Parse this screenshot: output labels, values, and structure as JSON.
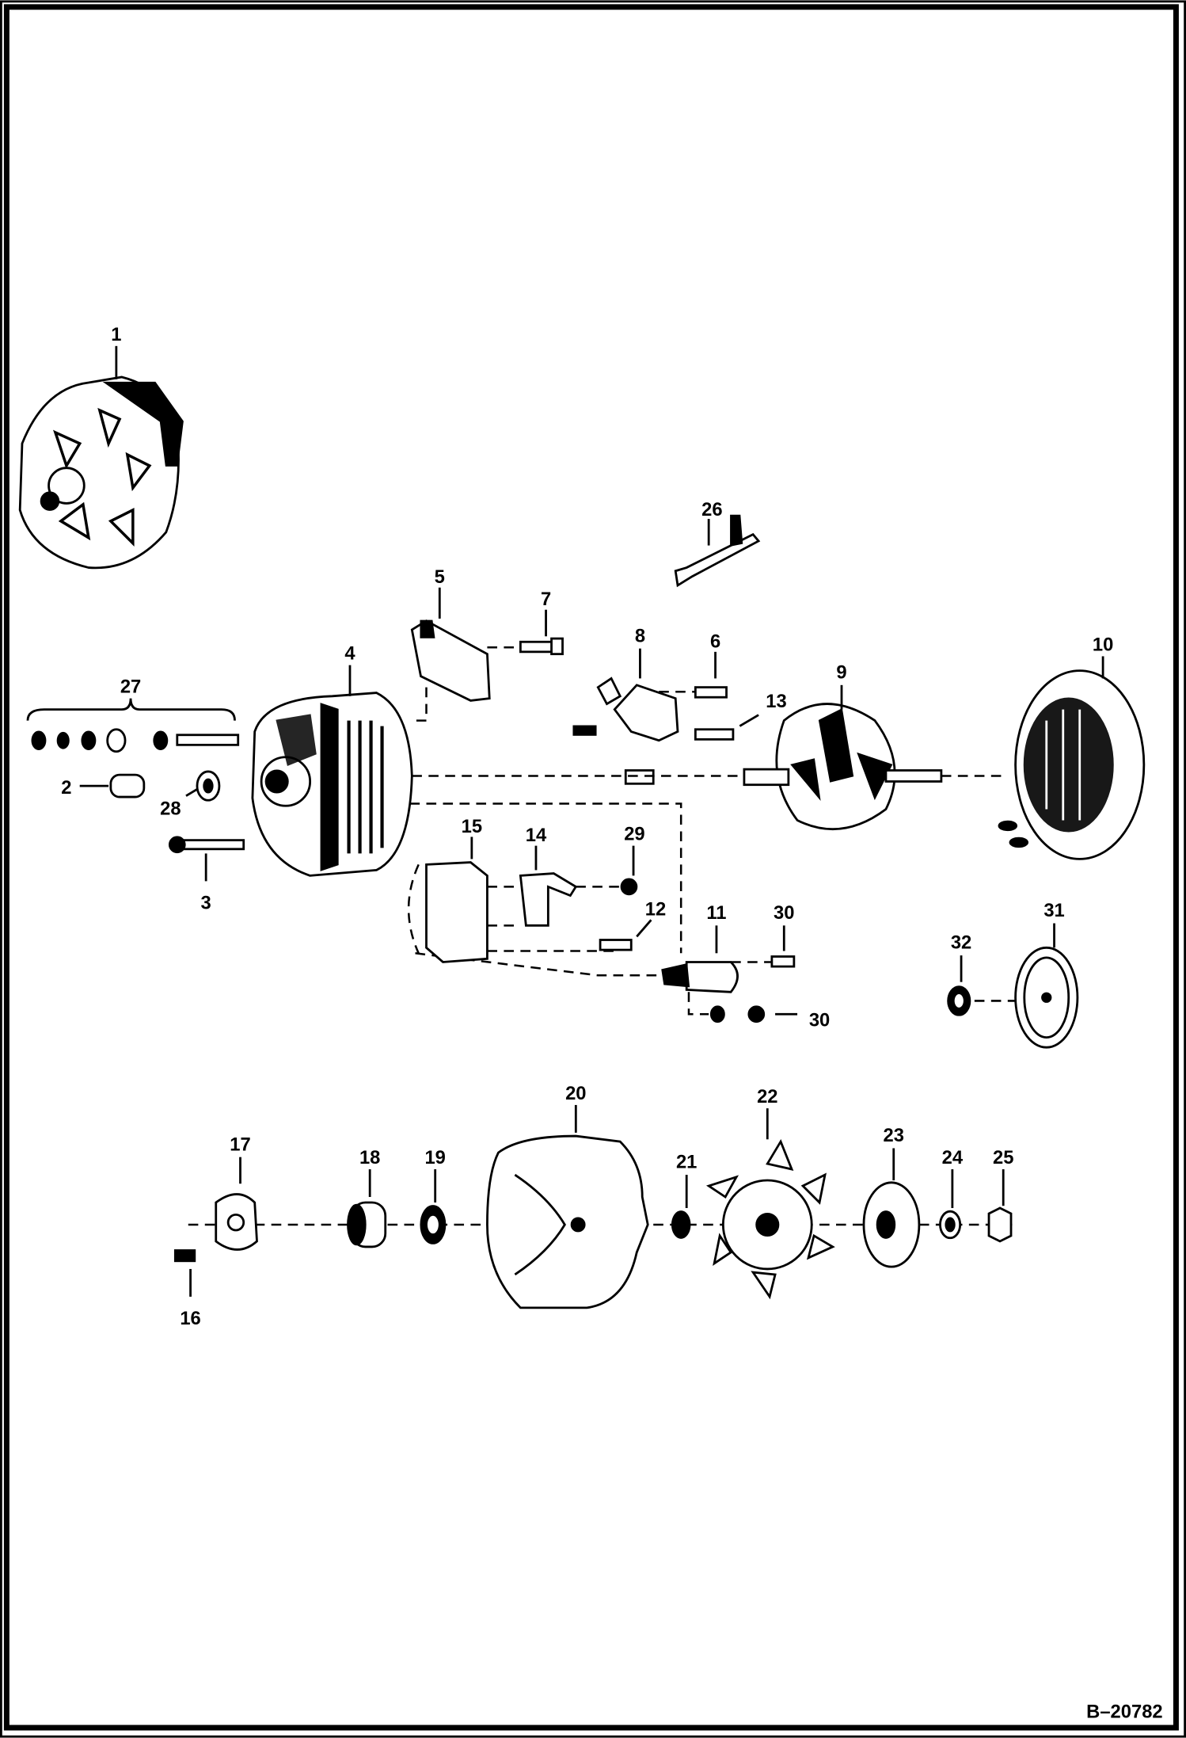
{
  "diagram": {
    "drawing_code": "B–20782",
    "callouts": {
      "c1": "1",
      "c2": "2",
      "c3": "3",
      "c4": "4",
      "c5": "5",
      "c6": "6",
      "c7": "7",
      "c8": "8",
      "c9": "9",
      "c10": "10",
      "c11": "11",
      "c12": "12",
      "c13": "13",
      "c14": "14",
      "c15": "15",
      "c16": "16",
      "c17": "17",
      "c18": "18",
      "c19": "19",
      "c20": "20",
      "c21": "21",
      "c22": "22",
      "c23": "23",
      "c24": "24",
      "c25": "25",
      "c26": "26",
      "c27": "27",
      "c28": "28",
      "c29": "29",
      "c30a": "30",
      "c30b": "30",
      "c31": "31",
      "c32": "32"
    }
  }
}
